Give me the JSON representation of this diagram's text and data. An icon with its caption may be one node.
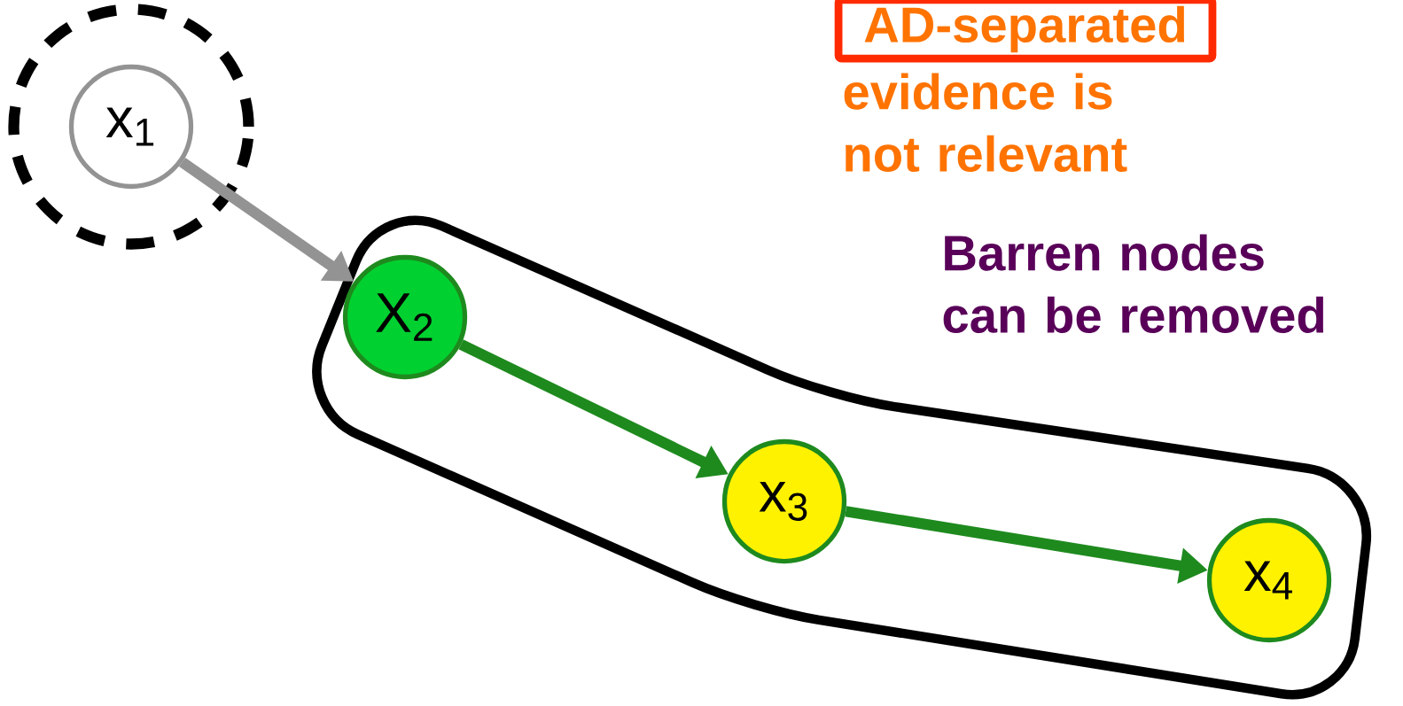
{
  "diagram": {
    "nodes": [
      {
        "text": [],
        "shape": "circle"
      },
      {
        "text": [
          "x$_{1}$"
        ],
        "in": 0
      },
      {
        "text": [],
        "shape": "box"
      },
      {
        "text": [
          "X$_{2}$"
        ],
        "in": 2
      },
      {
        "text": [
          "x$_{3}$"
        ],
        "in": 2
      },
      {
        "text": [
          "x$_{4}$"
        ],
        "in": 2
      },
      {
        "text": [
          "AD-separated"
        ],
        "beside": [
          "evidence is not relevant"
        ]
      }
    ],
    "edges": [
      {
        "from": 1,
        "to": 3,
        "arrow": "to",
        "color": "#939393"
      },
      {
        "from": 3,
        "to": 4,
        "arrow": "to",
        "color": "#1e8a1e"
      },
      {
        "from": 4,
        "to": 5,
        "arrow": "to",
        "color": "#1e8a1e"
      }
    ],
    "labels": [
      "Barren nodes can be removed"
    ]
  }
}
